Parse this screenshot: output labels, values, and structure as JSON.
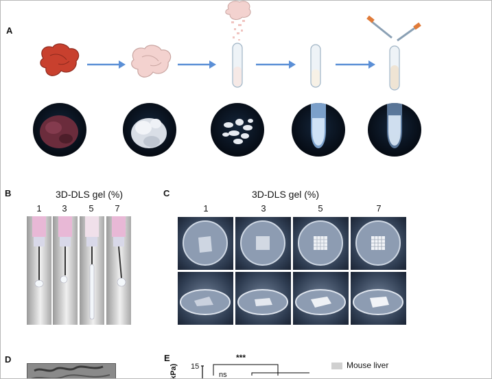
{
  "panels": {
    "a": "A",
    "b": "B",
    "c": "C",
    "d": "D",
    "e": "E"
  },
  "panel_b": {
    "heading": "3D-DLS gel (%)",
    "concentrations": [
      "1",
      "3",
      "5",
      "7"
    ]
  },
  "panel_c": {
    "heading": "3D-DLS gel (%)",
    "concentrations": [
      "1",
      "3",
      "5",
      "7"
    ]
  },
  "panel_e": {
    "y_axis_label": "kPa)",
    "y_tick": "15",
    "sig_high": "***",
    "sig_ns": "ns",
    "legend_mouse_liver": "Mouse liver",
    "legend_mouse_liver_color": "#d0d0d0"
  },
  "colors": {
    "arrow": "#5b8fd6",
    "liver": "#c8402e",
    "decell_liver": "#f3d2cf"
  },
  "icons": [
    "liver-icon",
    "decellularized-liver-icon",
    "tube-with-tissue-icon",
    "tube-icon",
    "tube-with-pipettes-icon",
    "arrow-right-icon"
  ]
}
